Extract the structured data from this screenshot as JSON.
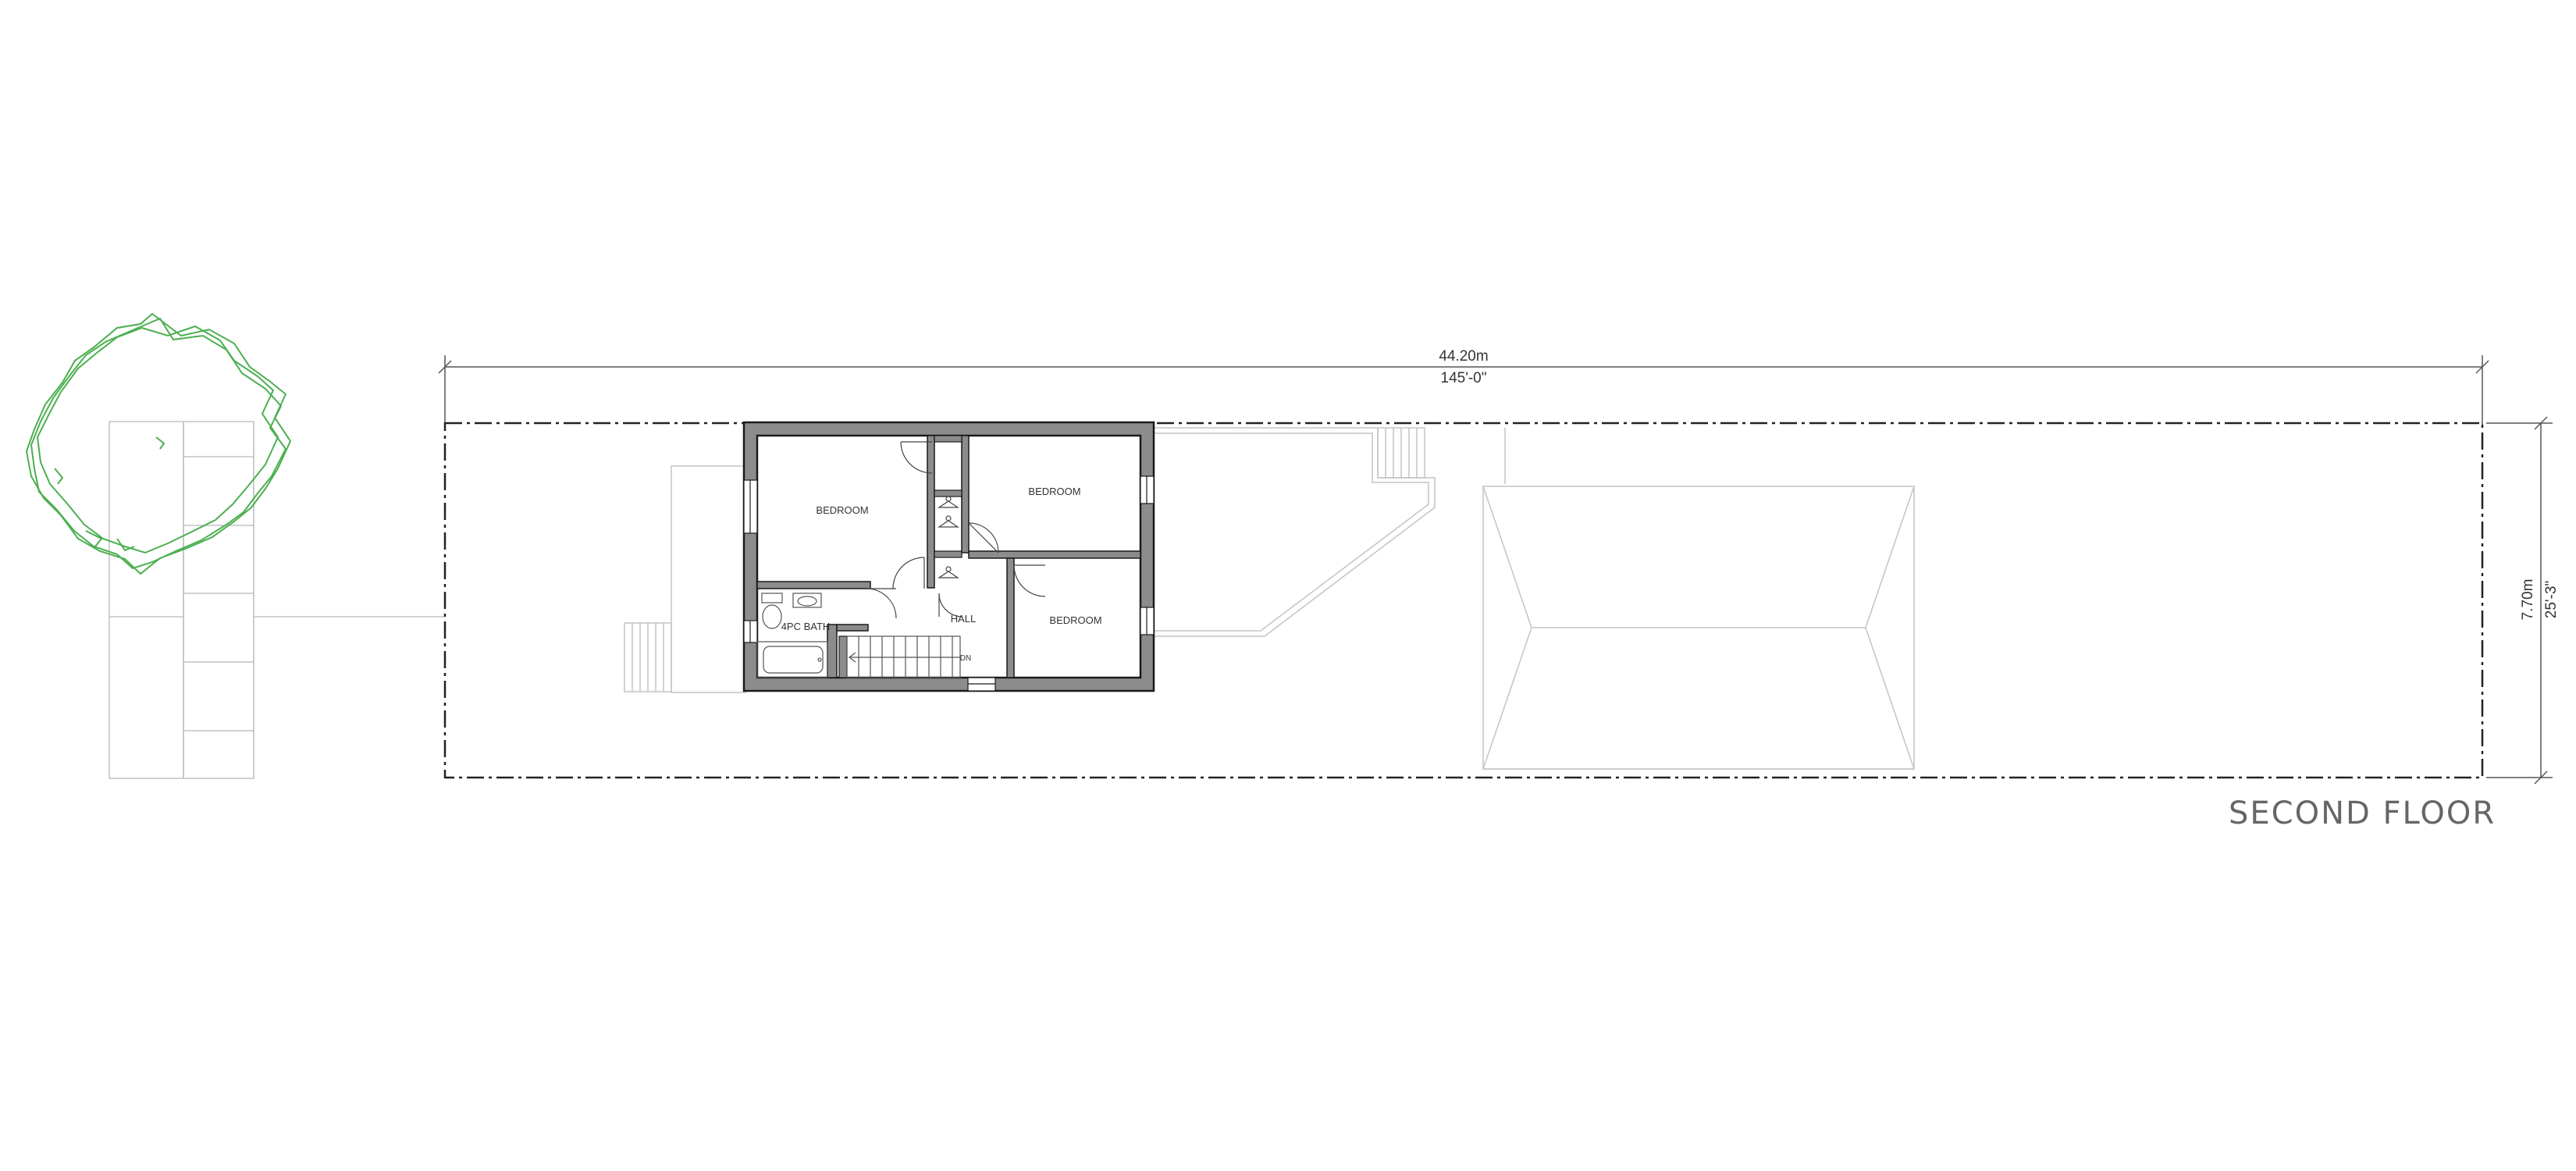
{
  "title": "SECOND FLOOR",
  "dimensions": {
    "width_metric": "44.20m",
    "width_imperial": "145'-0\"",
    "depth_metric": "7.70m",
    "depth_imperial": "25'-3\""
  },
  "rooms": {
    "bedroom_1": "BEDROOM",
    "bedroom_2": "BEDROOM",
    "bedroom_3": "BEDROOM",
    "bath": "4PC BATH",
    "hall": "HALL",
    "stair_dn": "DN"
  },
  "colors": {
    "wall_fill": "#8c8c8c",
    "wall_stroke": "#1a1a1a",
    "tree": "#4caf50",
    "thin_line": "#c4c4c4",
    "dimension": "#555555",
    "title": "#666666"
  },
  "icons": [
    "tree-symbol",
    "closet-hanger-icon",
    "door-swing-icon",
    "toilet-icon",
    "sink-icon",
    "bathtub-icon"
  ]
}
